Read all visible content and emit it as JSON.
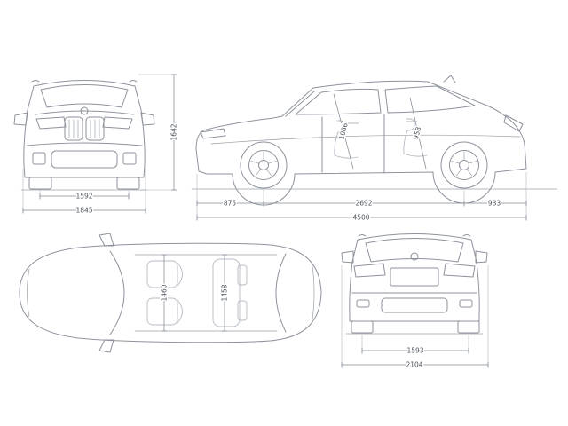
{
  "page": {
    "background": "#ffffff"
  },
  "style": {
    "line_color": "#8d929b",
    "dimension_color": "#848a94",
    "text_color": "#4d525b"
  },
  "views": {
    "front": {
      "dims": {
        "track_width": "1592",
        "overall_width": "1845",
        "overall_height": "1642"
      }
    },
    "side": {
      "dims": {
        "front_overhang": "875",
        "wheelbase": "2692",
        "rear_overhang": "933",
        "overall_length": "4500",
        "front_interior_height": "1066",
        "rear_interior_height": "958"
      }
    },
    "top": {
      "dims": {
        "front_interior_width": "1460",
        "rear_interior_width": "1458"
      }
    },
    "rear": {
      "dims": {
        "rear_track": "1593",
        "width_incl_mirrors": "2104"
      }
    }
  }
}
